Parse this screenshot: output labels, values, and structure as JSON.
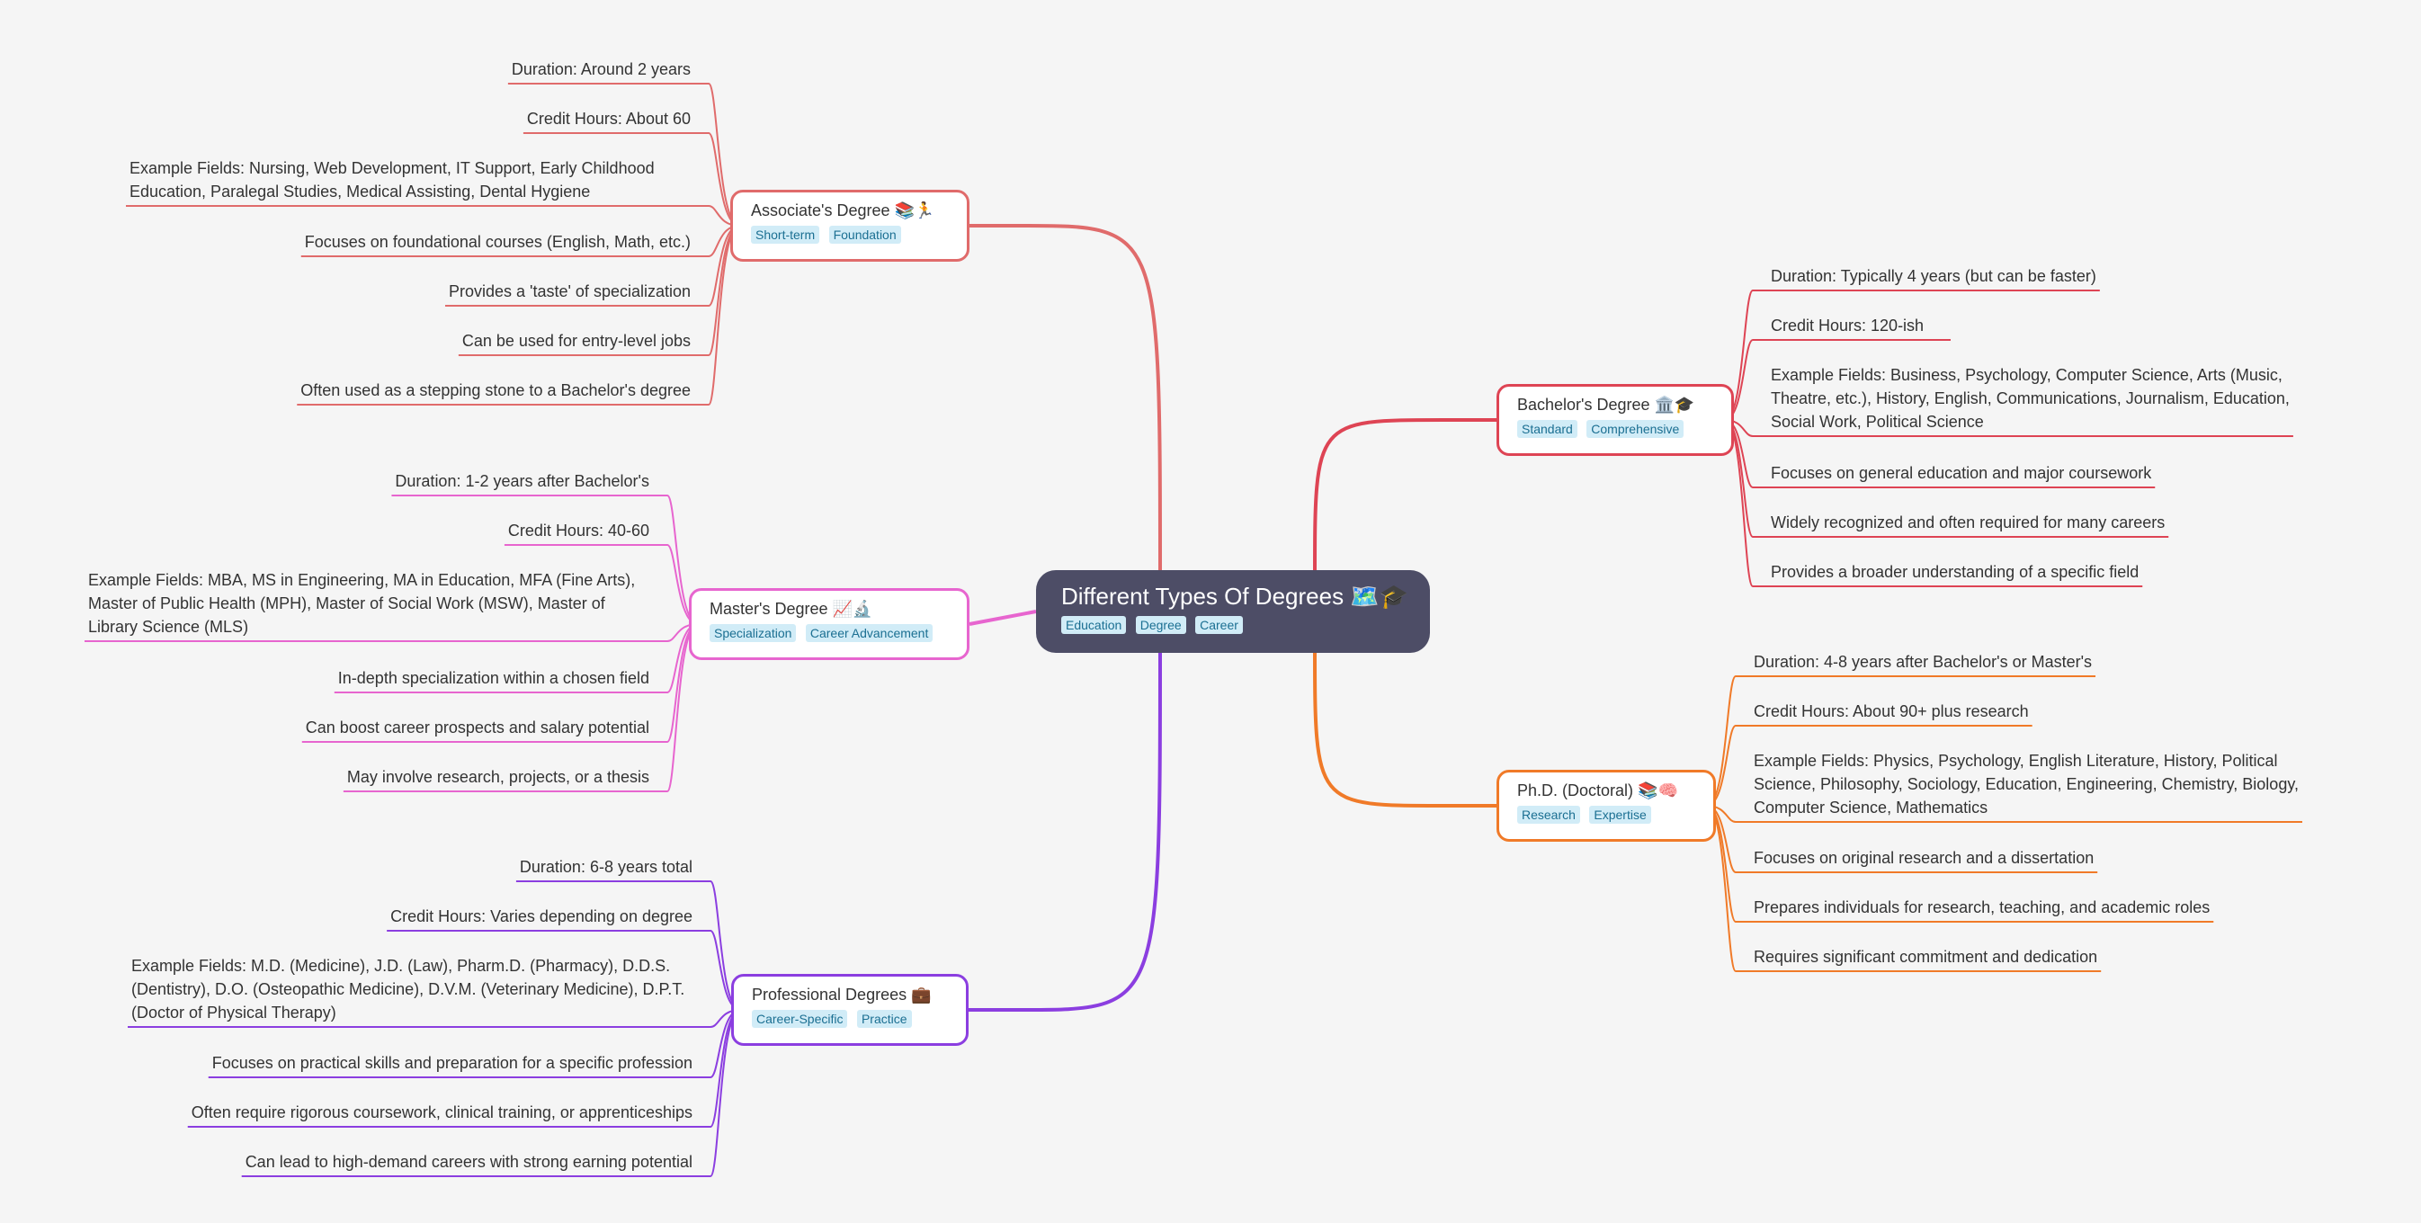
{
  "central": {
    "title": "Different Types Of Degrees 🗺️🎓",
    "tags": [
      "Education",
      "Degree",
      "Career"
    ]
  },
  "branches": {
    "associate": {
      "title": "Associate's Degree 📚🏃",
      "tags": [
        "Short-term",
        "Foundation"
      ],
      "color": "#e06b6b",
      "items": [
        "Duration: Around 2 years",
        "Credit Hours: About 60",
        "Example Fields: Nursing, Web Development, IT Support, Early Childhood Education, Paralegal Studies, Medical Assisting, Dental Hygiene",
        "Focuses on foundational courses (English, Math, etc.)",
        "Provides a 'taste' of specialization",
        "Can be used for entry-level jobs",
        "Often used as a stepping stone to a Bachelor's degree"
      ]
    },
    "masters": {
      "title": "Master's Degree 📈🔬",
      "tags": [
        "Specialization",
        "Career Advancement"
      ],
      "color": "#e765cf",
      "items": [
        "Duration: 1-2 years after Bachelor's",
        "Credit Hours: 40-60",
        "Example Fields: MBA, MS in Engineering, MA in Education,  MFA (Fine Arts), Master of Public Health (MPH),  Master of Social Work (MSW),  Master of Library Science (MLS)",
        "In-depth specialization within a chosen field",
        "Can boost career prospects and salary potential",
        "May involve research, projects, or a thesis"
      ]
    },
    "professional": {
      "title": "Professional Degrees 💼",
      "tags": [
        "Career-Specific",
        "Practice"
      ],
      "color": "#8b3ee0",
      "items": [
        "Duration: 6-8 years total",
        "Credit Hours: Varies depending on degree",
        "Example Fields: M.D. (Medicine), J.D. (Law), Pharm.D. (Pharmacy),  D.D.S. (Dentistry),  D.O. (Osteopathic Medicine),  D.V.M. (Veterinary Medicine), D.P.T. (Doctor of Physical Therapy)",
        "Focuses on practical skills and preparation for a specific profession",
        "Often require rigorous coursework, clinical training, or apprenticeships",
        "Can lead to high-demand careers with strong earning potential"
      ]
    },
    "bachelor": {
      "title": "Bachelor's Degree 🏛️🎓",
      "tags": [
        "Standard",
        "Comprehensive"
      ],
      "color": "#de4454",
      "items": [
        "Duration: Typically 4 years (but can be faster)",
        "Credit Hours: 120-ish",
        "Example Fields: Business, Psychology, Computer Science,  Arts (Music, Theatre, etc.), History, English, Communications, Journalism,  Education, Social Work, Political Science",
        "Focuses on general education and major coursework",
        "Widely recognized and often required for many careers",
        "Provides a broader understanding of a specific field"
      ]
    },
    "phd": {
      "title": "Ph.D. (Doctoral) 📚🧠",
      "tags": [
        "Research",
        "Expertise"
      ],
      "color": "#f07a28",
      "items": [
        "Duration: 4-8 years after Bachelor's or Master's",
        "Credit Hours: About 90+ plus research",
        "Example Fields: Physics, Psychology, English Literature, History,  Political Science,  Philosophy,  Sociology,  Education,  Engineering,  Chemistry, Biology,  Computer Science,  Mathematics",
        "Focuses on original research and a dissertation",
        "Prepares individuals for research, teaching, and academic roles",
        "Requires significant commitment and dedication"
      ]
    }
  }
}
